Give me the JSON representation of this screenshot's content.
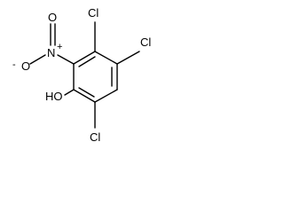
{
  "molecule": {
    "atoms": {
      "cl_top": "Cl",
      "cl_right": "Cl",
      "cl_bottom": "Cl",
      "nitro_n": "N",
      "nitro_o_top": "O",
      "nitro_o_left": "O",
      "nitro_o_charge": "-",
      "nitro_n_charge": "+",
      "hydroxyl": "HO"
    }
  }
}
